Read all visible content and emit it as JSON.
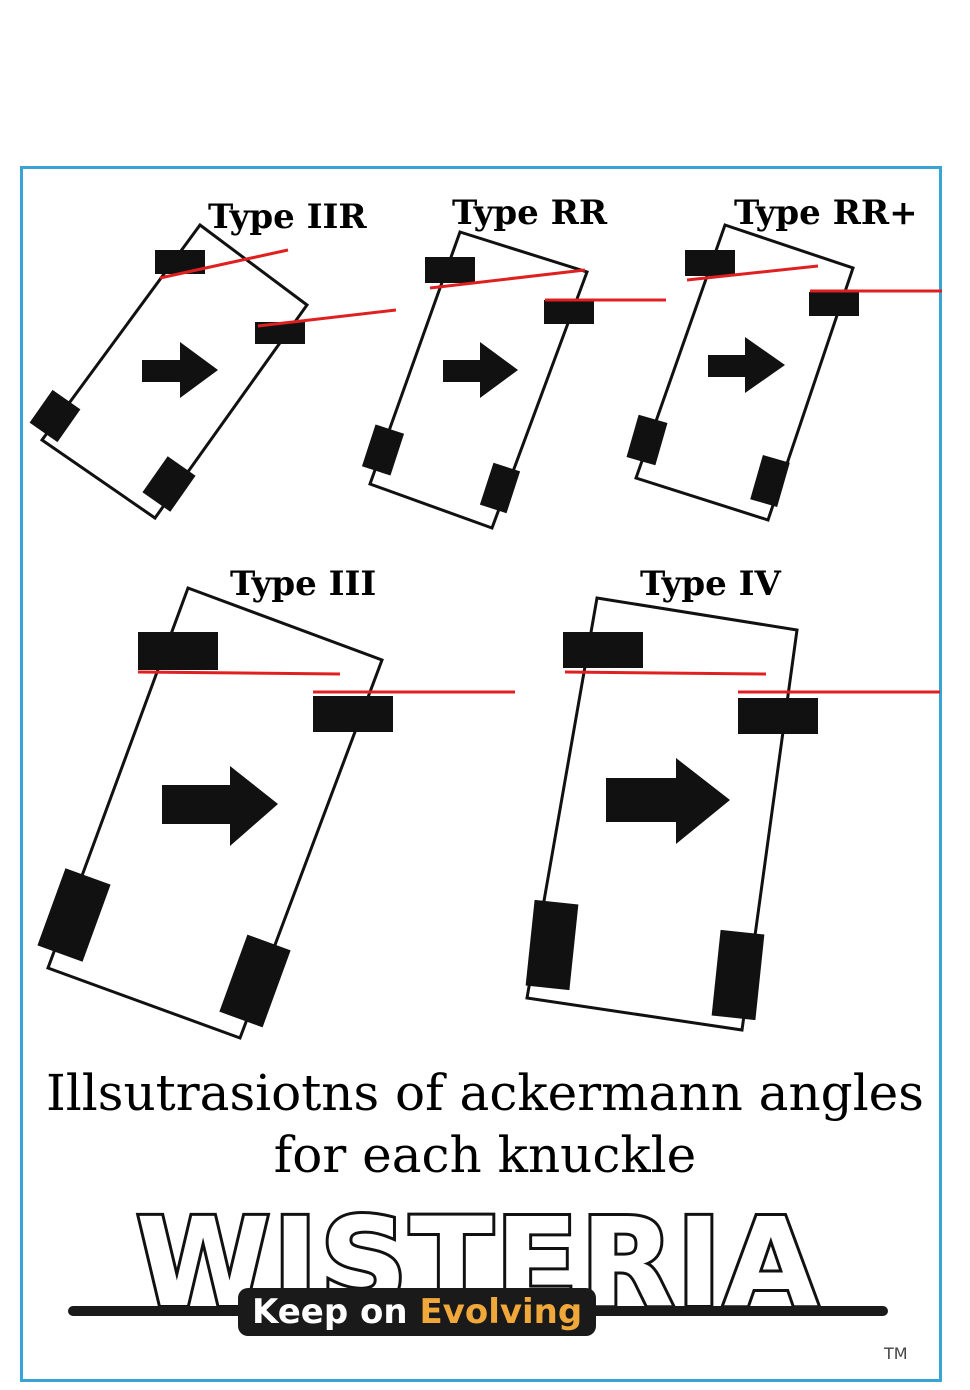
{
  "types": [
    {
      "label": "Type IIR"
    },
    {
      "label": "Type RR"
    },
    {
      "label": "Type RR+"
    },
    {
      "label": "Type III"
    },
    {
      "label": "Type IV"
    }
  ],
  "caption": {
    "line1": "Illsutrasiotns of ackermann angles",
    "line2": "for each knuckle"
  },
  "logo": {
    "wordmark": "WISTERIA",
    "tagline_part1": "Keep on ",
    "tagline_part2": "Evolving",
    "trademark": "TM"
  },
  "colors": {
    "frame_border": "#3aa3d6",
    "ackermann_line": "#e02020",
    "vehicle_ink": "#111111",
    "tagline_accent": "#f0a83a"
  },
  "icons": [
    "right-arrow-icon",
    "wheel-icon"
  ]
}
